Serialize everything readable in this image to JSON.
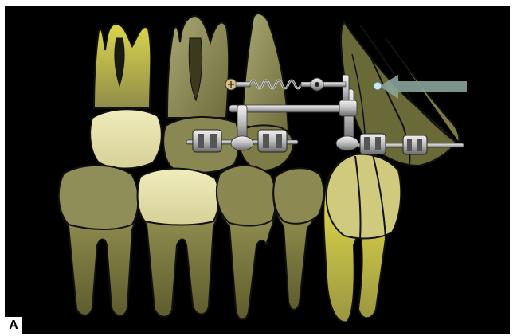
{
  "figure": {
    "panel_label": "A",
    "background_color": "#000000"
  },
  "colors": {
    "tooth_light": "#e8e3a8",
    "tooth_mid": "#9c9a62",
    "tooth_dark": "#6b6a38",
    "root_yellow": "#c9c34a",
    "root_bright": "#e9e35a",
    "outline": "#111111",
    "metal_light": "#e6e6e6",
    "metal_dark": "#6f6f6f",
    "force_arrow": "#8aa39a"
  },
  "elements": {
    "upper_teeth": [
      "upper-first-molar",
      "upper-premolar",
      "upper-canine",
      "upper-incisors"
    ],
    "lower_teeth": [
      "lower-first-molar",
      "lower-second-premolar",
      "lower-first-premolar",
      "lower-canine",
      "lower-incisors"
    ],
    "appliance": [
      "brackets",
      "archwire",
      "sectional-wire-frame",
      "coil-spring",
      "force-arrow"
    ]
  }
}
